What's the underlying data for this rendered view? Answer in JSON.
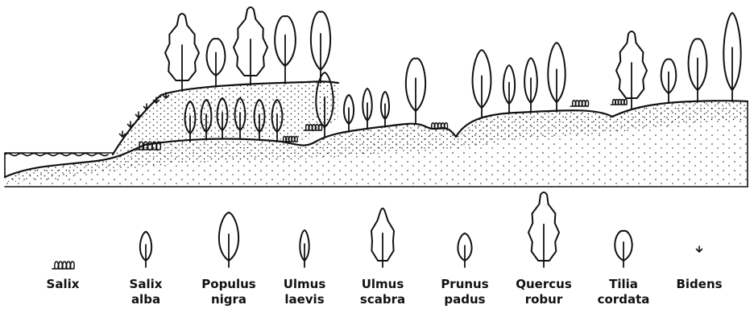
{
  "legend": [
    {
      "name": "salix-shrub",
      "icon": "shrub-icon",
      "line1": "Salix",
      "line2": ""
    },
    {
      "name": "salix-alba",
      "icon": "small-leaf-icon",
      "line1": "Salix",
      "line2": "alba"
    },
    {
      "name": "populus-nigra",
      "icon": "large-leaf-icon",
      "line1": "Populus",
      "line2": "nigra"
    },
    {
      "name": "ulmus-laevis",
      "icon": "narrow-leaf-icon",
      "line1": "Ulmus",
      "line2": "laevis"
    },
    {
      "name": "ulmus-scabra",
      "icon": "serrated-leaf-icon",
      "line1": "Ulmus",
      "line2": "scabra"
    },
    {
      "name": "prunus-padus",
      "icon": "small-leaf-icon",
      "line1": "Prunus",
      "line2": "padus"
    },
    {
      "name": "quercus-robur",
      "icon": "lobed-leaf-icon",
      "line1": "Quercus",
      "line2": "robur"
    },
    {
      "name": "tilia-cordata",
      "icon": "round-leaf-icon",
      "line1": "Tilia",
      "line2": "cordata"
    },
    {
      "name": "bidens",
      "icon": "arrow-mark-icon",
      "line1": "Bidens",
      "line2": ""
    }
  ]
}
